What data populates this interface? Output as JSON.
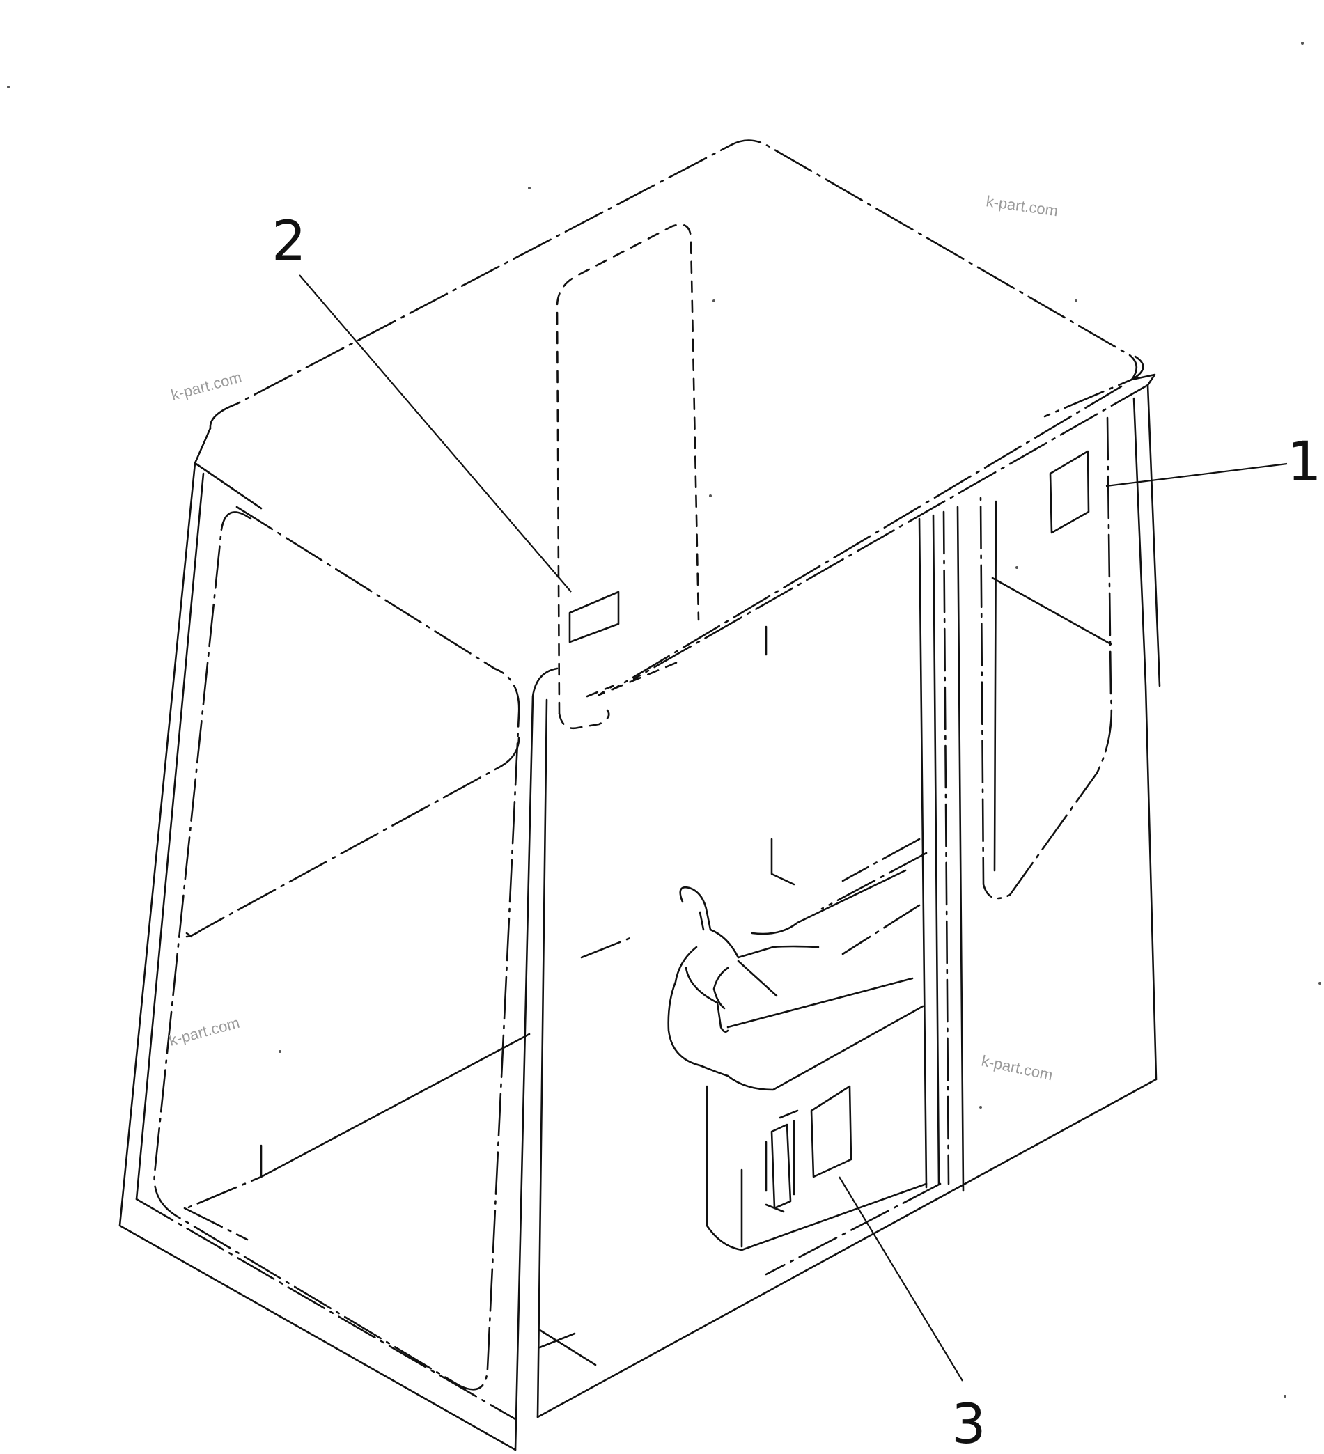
{
  "diagram": {
    "callouts": [
      {
        "id": "1",
        "label": "1"
      },
      {
        "id": "2",
        "label": "2"
      },
      {
        "id": "3",
        "label": "3"
      }
    ],
    "watermarks": [
      "k-part.com",
      "k-part.com",
      "k-part.com",
      "k-part.com"
    ],
    "line_color": "#111111",
    "background": "#ffffff"
  }
}
